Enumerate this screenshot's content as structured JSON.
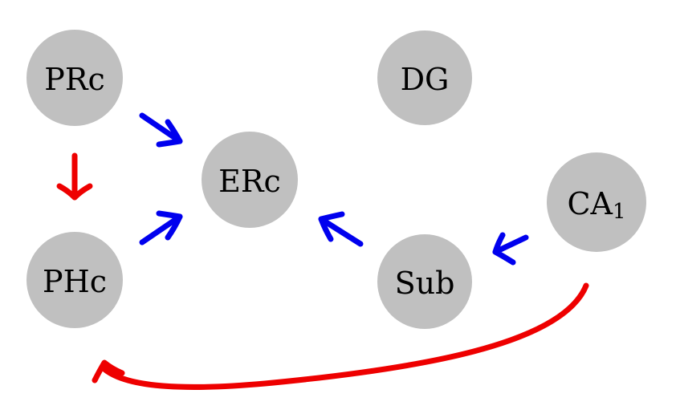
{
  "colors": {
    "node_fill": "#c0c0c0",
    "excitatory": "#0000ee",
    "inhibitory": "#ee0000"
  },
  "nodes": {
    "prc": {
      "label": "PRc"
    },
    "dg": {
      "label": "DG"
    },
    "erc": {
      "label": "ERc"
    },
    "ca1": {
      "label": "CA",
      "subscript": "1"
    },
    "phc": {
      "label": "PHc"
    },
    "sub": {
      "label": "Sub"
    }
  },
  "edges": [
    {
      "from": "PRc",
      "to": "ERc",
      "color": "blue"
    },
    {
      "from": "PHc",
      "to": "ERc",
      "color": "blue"
    },
    {
      "from": "Sub",
      "to": "ERc",
      "color": "blue"
    },
    {
      "from": "CA1",
      "to": "Sub",
      "color": "blue"
    },
    {
      "from": "PRc",
      "to": "PHc",
      "color": "red"
    },
    {
      "from": "CA1",
      "to": "PHc",
      "color": "red"
    }
  ]
}
